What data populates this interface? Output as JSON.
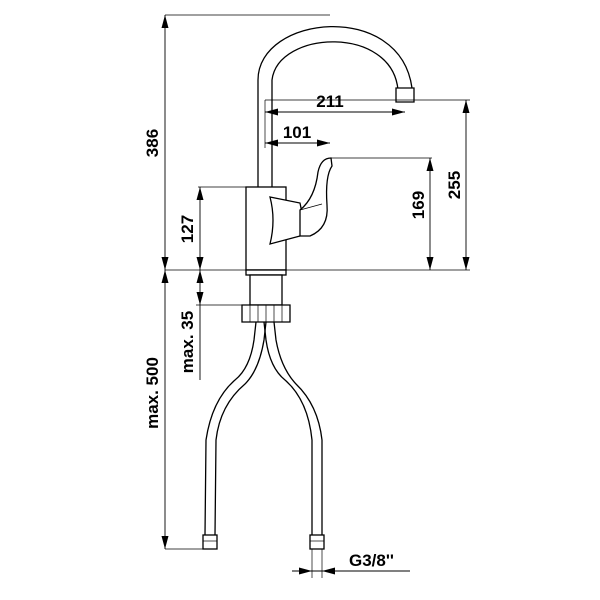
{
  "dimensions": {
    "total_height": "386",
    "reach": "211",
    "lever_offset": "101",
    "spout_clearance": "255",
    "lever_height": "169",
    "body_height": "127",
    "shank_length": "max. 35",
    "hose_length": "max. 500",
    "connection_thread": "G3/8''"
  }
}
